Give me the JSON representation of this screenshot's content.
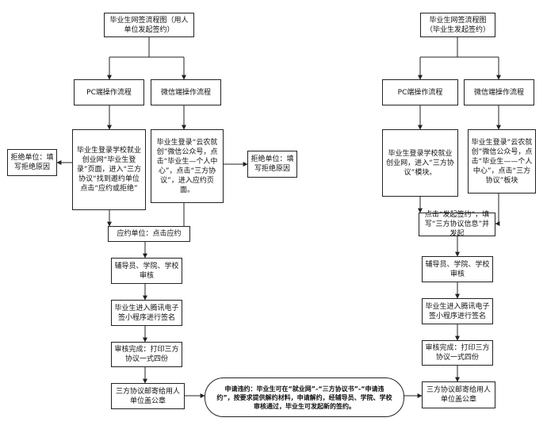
{
  "left_flow": {
    "title": "毕业生网签流程图（用人单位发起签约）",
    "pc_branch": "PC端操作流程",
    "wechat_branch": "微信端操作流程",
    "pc_step": "毕业生登录学校就业创业网“毕业生登录”页面，进入“三方协议“找到邀约单位点击“应约或拒绝”",
    "wechat_step": "毕业生登录“云农就创”微信公众号，点击“毕业生—个人中心”，点击“三方协议”，进入应约页面。",
    "reject_left": "拒绝单位：填写拒绝原因",
    "reject_right": "拒绝单位：填写拒绝原因",
    "accept": "应约单位：点击应约",
    "review": "辅导员、学院、学校审核",
    "sign": "毕业生进入腾讯电子签小程序进行签名",
    "print": "审核完成：打印三方协议一式四份",
    "mail": "三方协议邮寄给用人单位盖公章"
  },
  "right_flow": {
    "title": "毕业生网签流程图（毕业生发起签约）",
    "pc_branch": "PC端操作流程",
    "wechat_branch": "微信端操作流程",
    "pc_step": "毕业生登录学校就业创业网，进入“三方协议”模块。",
    "wechat_step": "毕业生登录“云农就创”微信公众号，点击“毕业生——个人中心”，点击“三方协议”板块",
    "initiate": "点击“发起签约”，填写“三方协议信息”并发起",
    "review": "辅导员、学院、学校审核",
    "sign": "毕业生进入腾讯电子签小程序进行签名",
    "print": "审核完成：打印三方协议一式四份",
    "mail": "三方协议邮寄给用人单位盖公章"
  },
  "breach_note": "申请违约：毕业生可在“就业网”-“三方协议书”-“申请违约”，按要求提供解约材料，申请解约，经辅导员、学院、学校审核通过，毕业生可发起新的签约。"
}
